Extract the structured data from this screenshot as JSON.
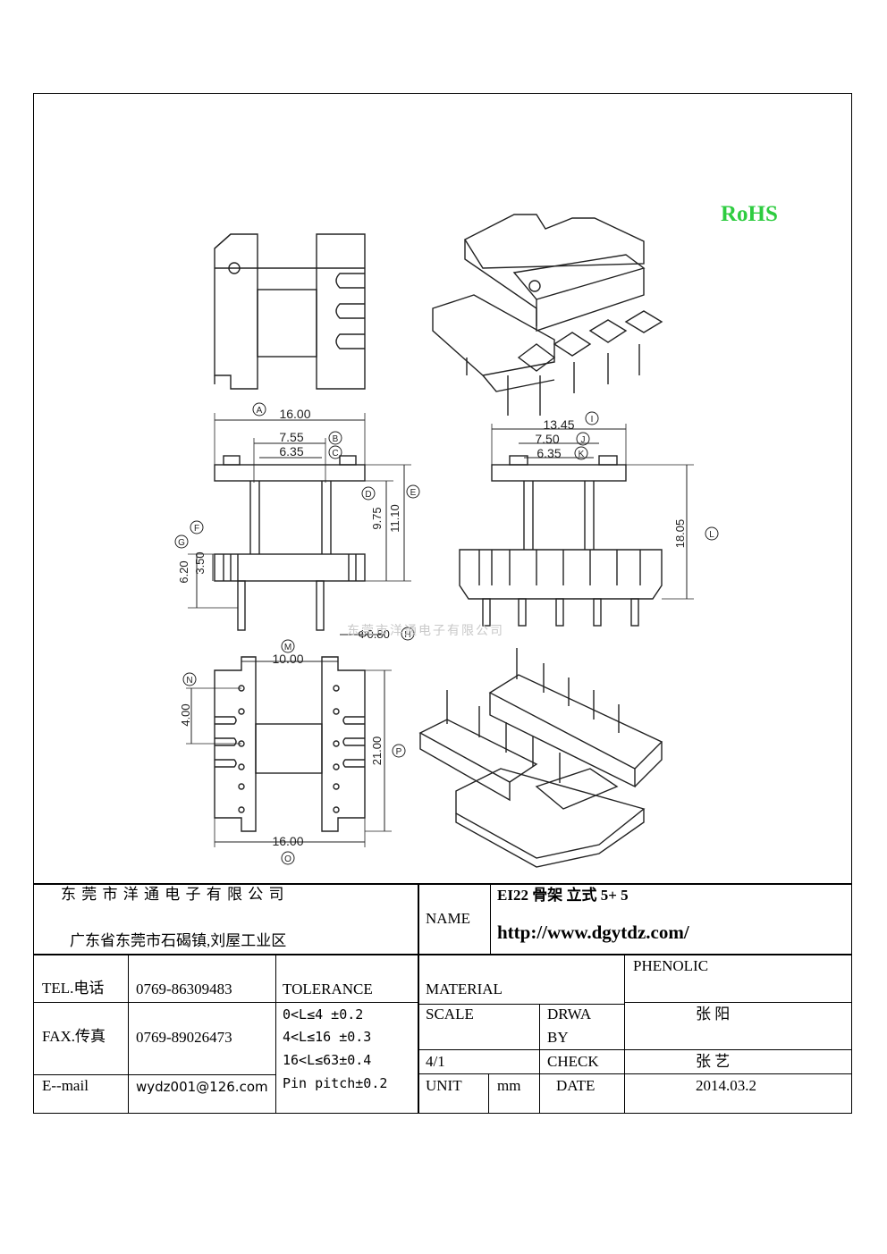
{
  "logo": {
    "rohs": "RoHS"
  },
  "watermark": "东莞市洋通电子有限公司",
  "dims": {
    "A": "A",
    "B": "B",
    "C": "C",
    "D": "D",
    "E": "E",
    "F": "F",
    "G": "G",
    "H": "H",
    "I": "I",
    "J": "J",
    "K": "K",
    "L": "L",
    "M": "M",
    "N": "N",
    "O": "O",
    "P": "P",
    "a_val": "16.00",
    "b_val": "7.55",
    "c_val": "6.35",
    "d_val": "9.75",
    "e_val": "11.10",
    "g_val": "6.20",
    "f_val": "3.50",
    "h_val": "Φ0.80",
    "i_val": "13.45",
    "j_val": "7.50",
    "k_val": "6.35",
    "l_val": "18.05",
    "m_val": "10.00",
    "n_val": "4.00",
    "p_val": "21.00",
    "o_val": "16.00"
  },
  "titleblock": {
    "company": "东 莞 市 洋 通 电 子 有 限 公 司",
    "address": "广东省东莞市石碣镇,刘屋工业区",
    "name_label": "NAME",
    "part_name": "EI22 骨架  立式 5+ 5",
    "website": "http://www.dgytdz.com/",
    "tel_label": "TEL.电话",
    "tel": "0769-86309483",
    "fax_label": "FAX.传真",
    "fax": "0769-89026473",
    "email_label": "E--mail",
    "email": "wydz001@126.com",
    "tolerance_label": "TOLERANCE",
    "tol1": "0<L≤4   ±0.2",
    "tol2": "4<L≤16  ±0.3",
    "tol3": "16<L≤63±0.4",
    "tol4": "Pin pitch±0.2",
    "material_label": "MATERIAL",
    "material": "PHENOLIC",
    "scale_label": "SCALE",
    "scale": "4/1",
    "drawn_by_label_1": "DRWA",
    "drawn_by_label_2": "BY",
    "drawn_by": "张  阳",
    "check_label": "CHECK",
    "checked_by": "张  艺",
    "unit_label": "UNIT",
    "unit": "mm",
    "date_label": "DATE",
    "date": "2014.03.2"
  }
}
